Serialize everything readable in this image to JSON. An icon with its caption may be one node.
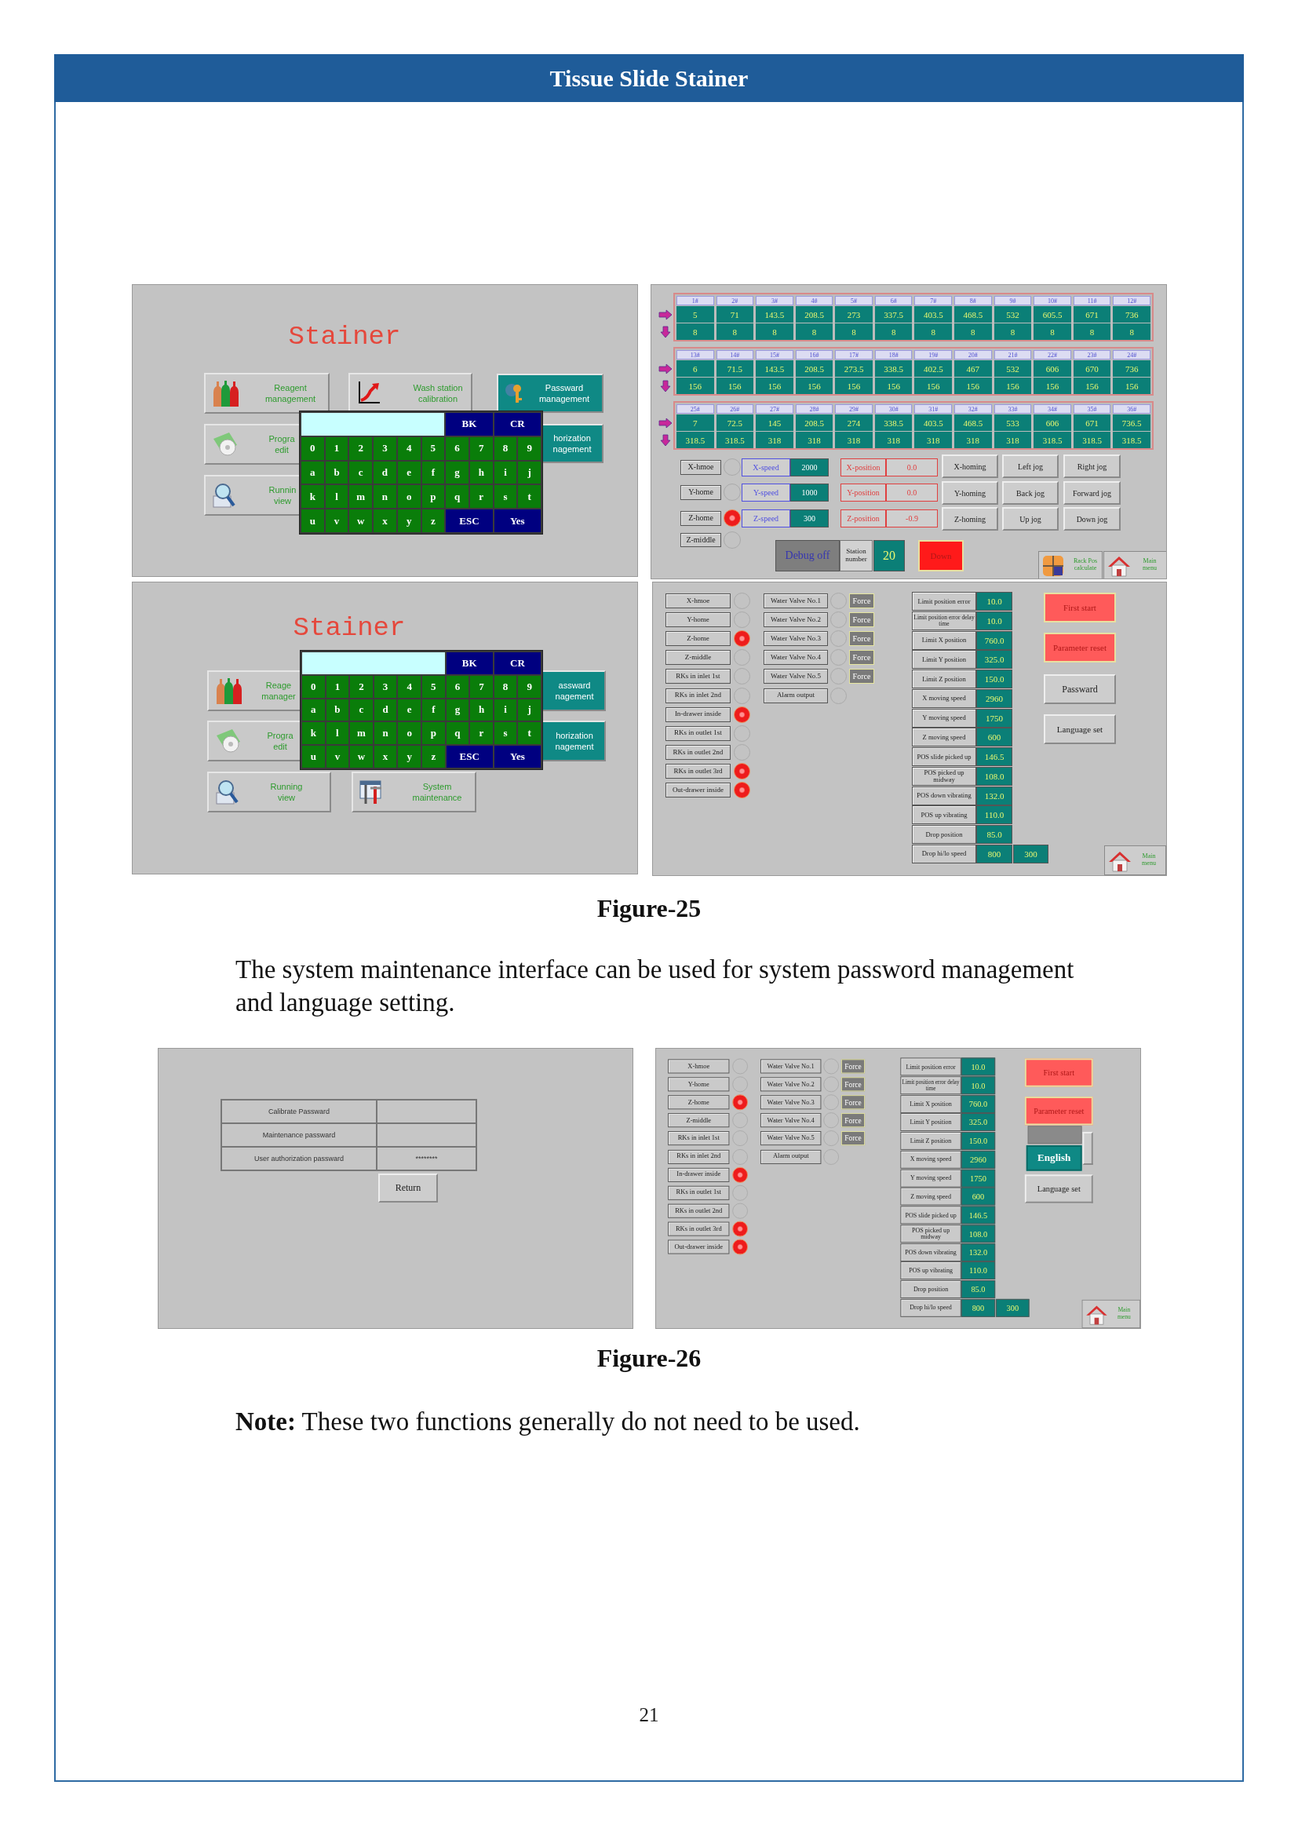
{
  "diagram": {
    "title": "Tissue Slide Stainer",
    "labels": [
      "Stainer",
      "Reagent management",
      "Wash station calibration",
      "Passward management",
      "BK",
      "CR",
      "0",
      "1",
      "2",
      "3",
      "4",
      "5",
      "6",
      "7",
      "8",
      "9",
      "a",
      "b",
      "c",
      "d",
      "e",
      "f",
      "g",
      "h",
      "i",
      "j",
      "k",
      "l",
      "m",
      "n",
      "o",
      "p",
      "q",
      "r",
      "s",
      "t",
      "u",
      "v",
      "w",
      "x",
      "y",
      "z",
      "ESC",
      "Yes",
      "Progra edit",
      "horization nagement",
      "Runnin view",
      "1#",
      "2#",
      "3#",
      "4#",
      "5#",
      "6#",
      "7#",
      "8#",
      "9#",
      "10#",
      "11#",
      "12#",
      "5",
      "71",
      "143.5",
      "208.5",
      "273",
      "337.5",
      "403.5",
      "468.5",
      "532",
      "605.5",
      "671",
      "736",
      "8",
      "8",
      "8",
      "8",
      "8",
      "8",
      "8",
      "8",
      "8",
      "8",
      "8",
      "8",
      "13#",
      "14#",
      "15#",
      "16#",
      "17#",
      "18#",
      "19#",
      "20#",
      "21#",
      "22#",
      "23#",
      "24#",
      "6",
      "71.5",
      "143.5",
      "208.5",
      "273.5",
      "338.5",
      "402.5",
      "467",
      "532",
      "606",
      "670",
      "736",
      "156",
      "156",
      "156",
      "156",
      "156",
      "156",
      "156",
      "156",
      "156",
      "156",
      "156",
      "156",
      "25#",
      "26#",
      "27#",
      "28#",
      "29#",
      "30#",
      "31#",
      "32#",
      "33#",
      "34#",
      "35#",
      "36#",
      "7",
      "72.5",
      "145",
      "208.5",
      "274",
      "338.5",
      "403.5",
      "468.5",
      "533",
      "606",
      "671",
      "736.5",
      "318.5",
      "318.5",
      "318",
      "318",
      "318",
      "318",
      "318",
      "318",
      "318",
      "318.5",
      "318.5",
      "318.5",
      "X-hmoe",
      "X-speed",
      "2000",
      "X-position",
      "0.0",
      "X-homing",
      "Left jog",
      "Right jog",
      "Y-home",
      "Y-speed",
      "1000",
      "Y-position",
      "0.0",
      "Y-homing",
      "Back jog",
      "Forward jog",
      "Z-home",
      "Z-speed",
      "300",
      "Z-position",
      "-0.9",
      "Z-homing",
      "Up jog",
      "Down jog",
      "Z-middle",
      "Debug off",
      "Station number",
      "20",
      "Down",
      "Rack Pos calculate",
      "Main menu",
      "Stainer",
      "BK",
      "CR",
      "0",
      "1",
      "2",
      "3",
      "4",
      "5",
      "6",
      "7",
      "8",
      "9",
      "a",
      "b",
      "c",
      "d",
      "e",
      "f",
      "g",
      "h",
      "i",
      "j",
      "k",
      "l",
      "m",
      "n",
      "o",
      "p",
      "q",
      "r",
      "s",
      "t",
      "u",
      "v",
      "w",
      "x",
      "y",
      "z",
      "ESC",
      "Yes",
      "Reage manager",
      "assward nagement",
      "Progra edit",
      "horization nagement",
      "Running view",
      "System maintenance",
      "X-hmoe",
      "Y-home",
      "Z-home",
      "Z-middle",
      "RKs in inlet 1st",
      "RKs in inlet 2nd",
      "In-drawer inside",
      "RKs in outlet 1st",
      "RKs in outlet 2nd",
      "RKs in outlet 3rd",
      "Out-drawer inside",
      "Water Valve No.1",
      "Water Valve No.2",
      "Water Valve No.3",
      "Water Valve No.4",
      "Water Valve No.5",
      "Alarm output",
      "Force",
      "Force",
      "Force",
      "Force",
      "Force",
      "Limit position error",
      "10.0",
      "Limit position error delay time",
      "10.0",
      "Limit X position",
      "760.0",
      "Limit Y position",
      "325.0",
      "Limit Z position",
      "150.0",
      "X moving speed",
      "2960",
      "Y moving speed",
      "1750",
      "Z moving speed",
      "600",
      "POS slide picked up",
      "146.5",
      "POS picked up midway",
      "108.0",
      "POS down vibrating",
      "132.0",
      "POS up vibrating",
      "110.0",
      "Drop position",
      "85.0",
      "Drop hi/lo speed",
      "800",
      "300",
      "First start",
      "Parameter reset",
      "Passward",
      "Language set",
      "Main menu",
      "Figure-25",
      "The system maintenance interface can be used for system password management and language setting.",
      "Calibrate Passward",
      "Maintenance passward",
      "User authorization passward",
      "********",
      "Return",
      "X-hmoe",
      "Y-home",
      "Z-home",
      "Z-middle",
      "RKs in inlet 1st",
      "RKs in inlet 2nd",
      "In-drawer inside",
      "RKs in outlet 1st",
      "RKs in outlet 2nd",
      "RKs in outlet 3rd",
      "Out-drawer inside",
      "Water Valve No.1",
      "Water Valve No.2",
      "Water Valve No.3",
      "Water Valve No.4",
      "Water Valve No.5",
      "Alarm output",
      "Force",
      "Force",
      "Force",
      "Force",
      "Force",
      "Limit position error",
      "10.0",
      "Limit position error delay time",
      "10.0",
      "Limit X position",
      "760.0",
      "Limit Y position",
      "325.0",
      "Limit Z position",
      "150.0",
      "X moving speed",
      "2960",
      "Y moving speed",
      "1750",
      "Z moving speed",
      "600",
      "POS slide picked up",
      "146.5",
      "POS picked up midway",
      "108.0",
      "POS down vibrating",
      "132.0",
      "POS up vibrating",
      "110.0",
      "Drop position",
      "85.0",
      "Drop hi/lo speed",
      "800",
      "300",
      "First start",
      "Parameter reset",
      "English",
      "Language set",
      "Main menu",
      "Figure-26",
      "**Note:** These two functions generally do not need to be used.",
      "21"
    ]
  }
}
